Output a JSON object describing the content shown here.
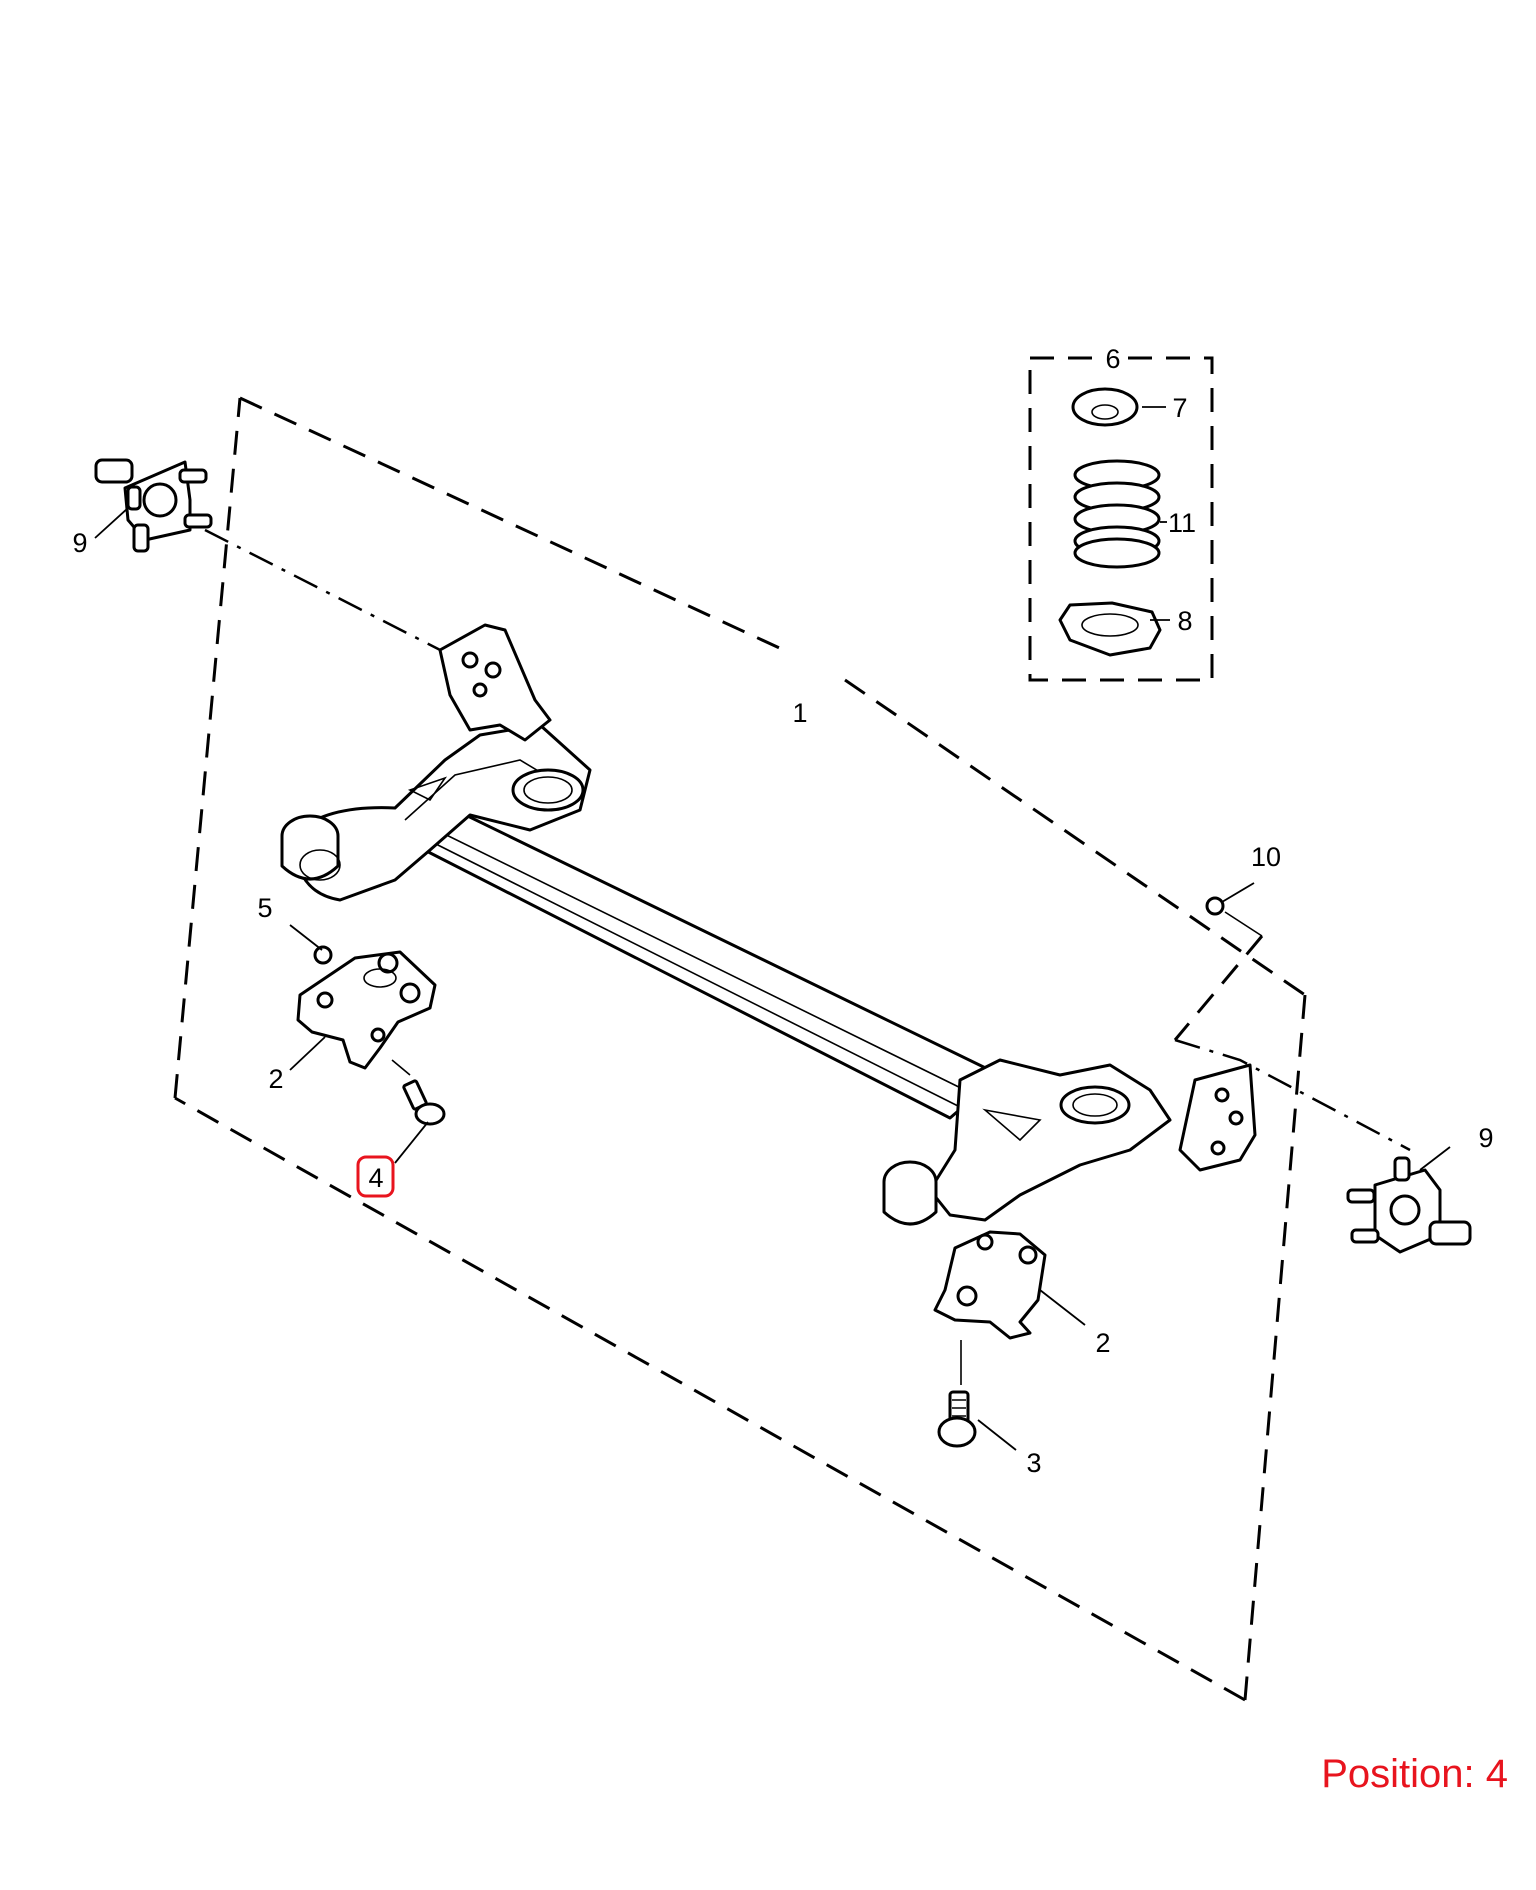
{
  "callouts": {
    "c1": "1",
    "c2a": "2",
    "c2b": "2",
    "c3": "3",
    "c4": "4",
    "c5": "5",
    "c6": "6",
    "c7": "7",
    "c8": "8",
    "c9a": "9",
    "c9b": "9",
    "c10": "10",
    "c11": "11"
  },
  "selected_callout": "4",
  "highlight_color": "#e8141e",
  "position_text": "Position: 4"
}
